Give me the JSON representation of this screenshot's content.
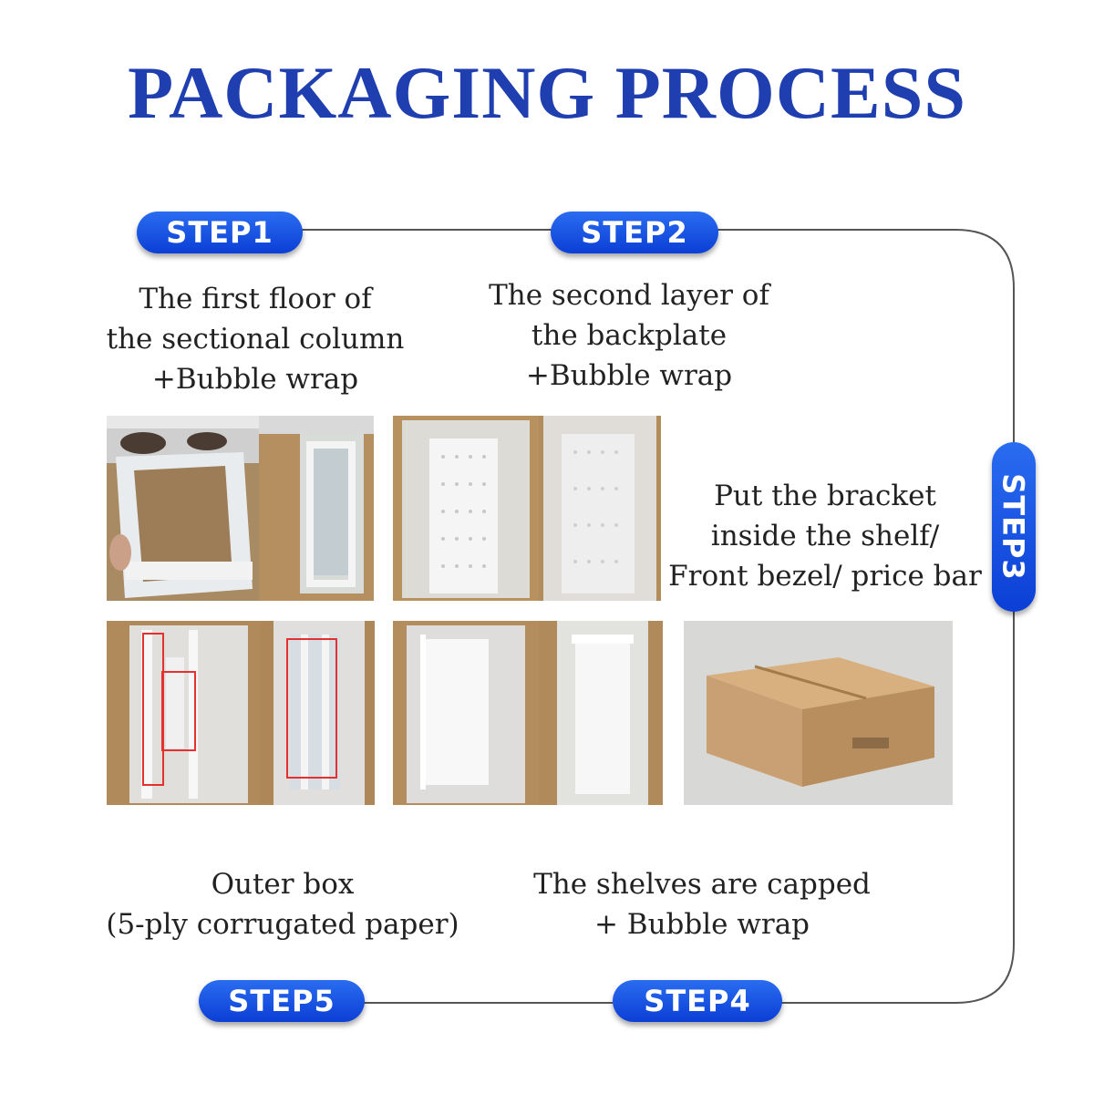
{
  "title": "PACKAGING PROCESS",
  "steps": [
    {
      "label": "STEP1",
      "lines": [
        "The first floor of",
        "the sectional column",
        "+Bubble wrap"
      ]
    },
    {
      "label": "STEP2",
      "lines": [
        "The second layer of",
        "the backplate",
        "+Bubble wrap"
      ]
    },
    {
      "label": "STEP3",
      "lines": [
        "Put the bracket",
        "inside the shelf/",
        "Front bezel/ price bar"
      ]
    },
    {
      "label": "STEP4",
      "lines": [
        "The shelves are capped",
        "+ Bubble wrap"
      ]
    },
    {
      "label": "STEP5",
      "lines": [
        "Outer box",
        "(5-ply corrugated paper)"
      ]
    }
  ],
  "colors": {
    "title": "#1f3fb0",
    "pill": "#0b3fd6",
    "connector": "#555555",
    "highlight": "#e53030",
    "cardboard": "#c9a073"
  }
}
